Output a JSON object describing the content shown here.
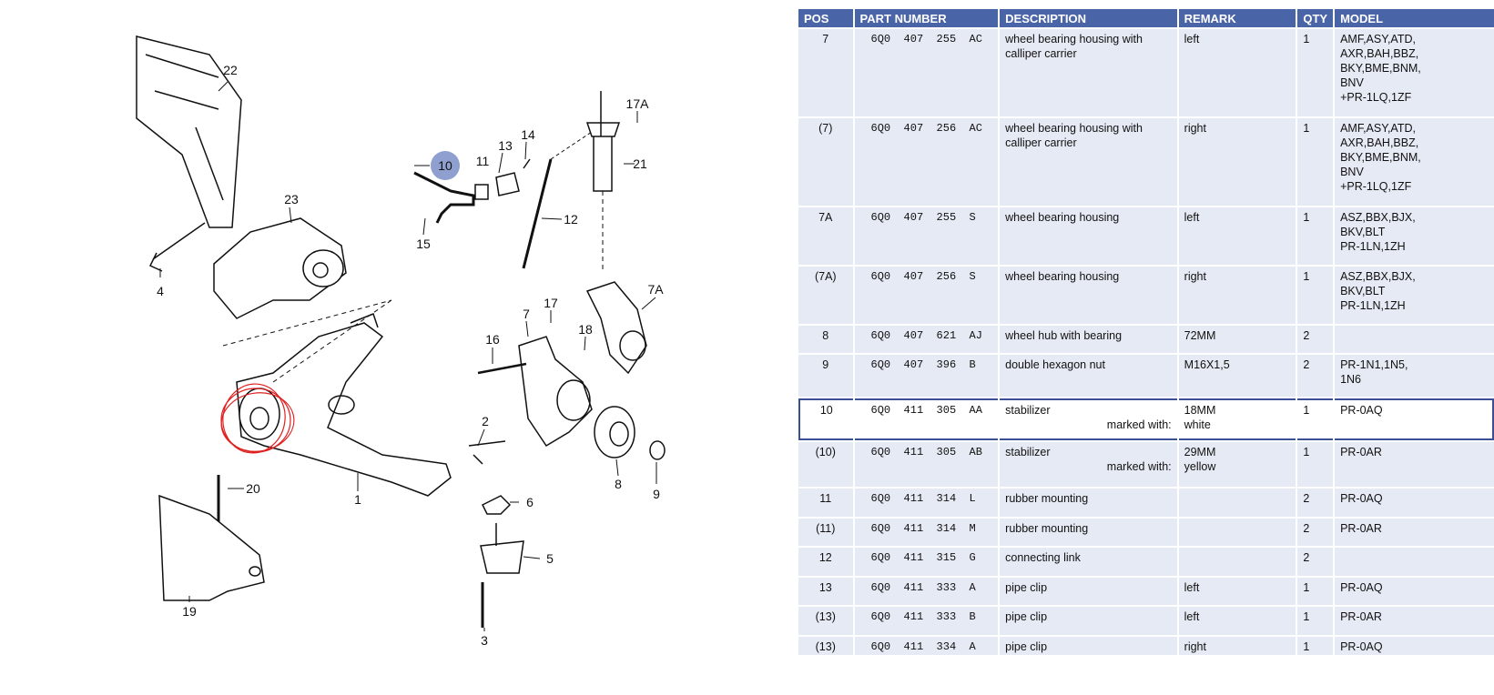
{
  "diagram": {
    "callouts": [
      "22",
      "23",
      "4",
      "10",
      "11",
      "13",
      "14",
      "17A",
      "21",
      "12",
      "15",
      "17",
      "7",
      "18",
      "7A",
      "16",
      "2",
      "20",
      "1",
      "8",
      "9",
      "6",
      "5",
      "19",
      "3"
    ],
    "highlighted_callout": "10",
    "highlight_color": "#8f9fcf",
    "markup_circle_color": "#e02020"
  },
  "table": {
    "header_color": "#4a64a8",
    "columns": [
      "POS",
      "PART NUMBER",
      "DESCRIPTION",
      "REMARK",
      "QTY",
      "MODEL"
    ],
    "rows": [
      {
        "pos": "7",
        "part": "6Q0  407  255  AC",
        "desc": "wheel bearing housing with calliper carrier",
        "remark": "left",
        "marked": "",
        "qty": "1",
        "model": "AMF,ASY,ATD,\nAXR,BAH,BBZ,\nBKY,BME,BNM,\nBNV\n+PR-1LQ,1ZF"
      },
      {
        "pos": "(7)",
        "part": "6Q0  407  256  AC",
        "desc": "wheel bearing housing with calliper carrier",
        "remark": "right",
        "marked": "",
        "qty": "1",
        "model": "AMF,ASY,ATD,\nAXR,BAH,BBZ,\nBKY,BME,BNM,\nBNV\n+PR-1LQ,1ZF"
      },
      {
        "pos": "7A",
        "part": "6Q0  407  255  S",
        "desc": "wheel bearing housing",
        "remark": "left",
        "marked": "",
        "qty": "1",
        "model": "ASZ,BBX,BJX,\nBKV,BLT\nPR-1LN,1ZH"
      },
      {
        "pos": "(7A)",
        "part": "6Q0  407  256  S",
        "desc": "wheel bearing housing",
        "remark": "right",
        "marked": "",
        "qty": "1",
        "model": "ASZ,BBX,BJX,\nBKV,BLT\nPR-1LN,1ZH"
      },
      {
        "pos": "8",
        "part": "6Q0  407  621  AJ",
        "desc": "wheel hub with bearing",
        "remark": "72MM",
        "marked": "",
        "qty": "2",
        "model": ""
      },
      {
        "pos": "9",
        "part": "6Q0  407  396  B",
        "desc": "double hexagon nut",
        "remark": "M16X1,5",
        "marked": "",
        "qty": "2",
        "model": "PR-1N1,1N5,\n1N6"
      },
      {
        "pos": "10",
        "part": "6Q0  411  305  AA",
        "desc": "stabilizer",
        "marked": "marked with:",
        "remark": "18MM\nwhite",
        "qty": "1",
        "model": "PR-0AQ",
        "highlight": true
      },
      {
        "pos": "(10)",
        "part": "6Q0  411  305  AB",
        "desc": "stabilizer",
        "marked": "marked with:",
        "remark": "29MM\nyellow",
        "qty": "1",
        "model": "PR-0AR"
      },
      {
        "pos": "11",
        "part": "6Q0  411  314  L",
        "desc": "rubber mounting",
        "remark": "",
        "marked": "",
        "qty": "2",
        "model": "PR-0AQ"
      },
      {
        "pos": "(11)",
        "part": "6Q0  411  314  M",
        "desc": "rubber mounting",
        "remark": "",
        "marked": "",
        "qty": "2",
        "model": "PR-0AR"
      },
      {
        "pos": "12",
        "part": "6Q0  411  315  G",
        "desc": "connecting link",
        "remark": "",
        "marked": "",
        "qty": "2",
        "model": ""
      },
      {
        "pos": "13",
        "part": "6Q0  411  333  A",
        "desc": "pipe clip",
        "remark": "left",
        "marked": "",
        "qty": "1",
        "model": "PR-0AQ"
      },
      {
        "pos": "(13)",
        "part": "6Q0  411  333  B",
        "desc": "pipe clip",
        "remark": "left",
        "marked": "",
        "qty": "1",
        "model": "PR-0AR"
      },
      {
        "pos": "(13)",
        "part": "6Q0  411  334  A",
        "desc": "pipe clip",
        "remark": "right",
        "marked": "",
        "qty": "1",
        "model": "PR-0AQ"
      }
    ]
  }
}
